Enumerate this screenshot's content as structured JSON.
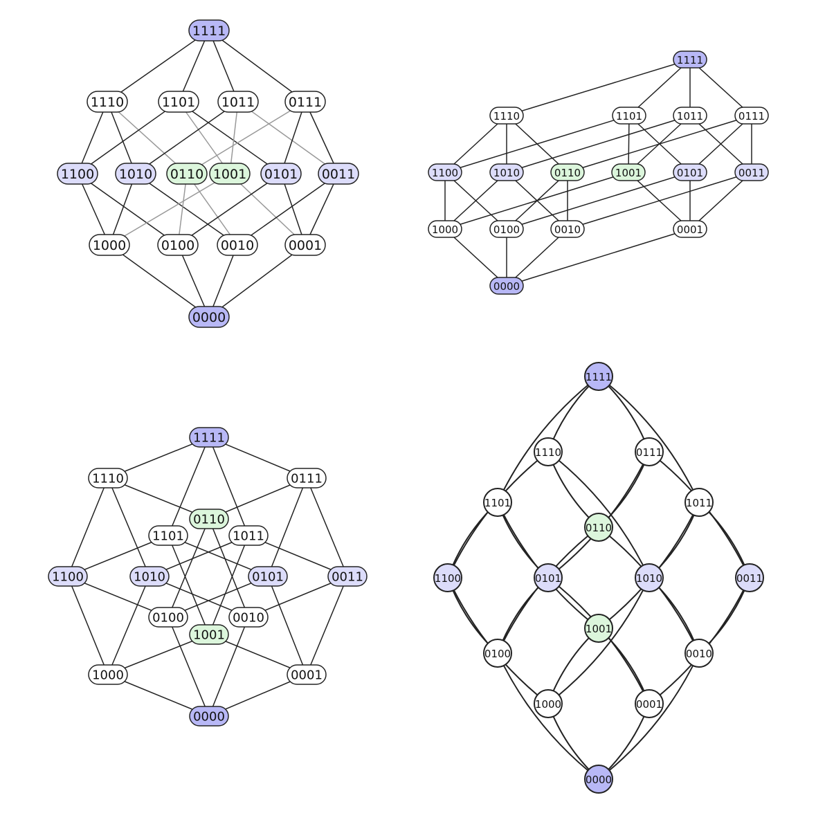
{
  "colors": {
    "extreme": "#b8b8f6",
    "rank2": "#dcdcfa",
    "green": "#dcf6dc",
    "plain": "#ffffff",
    "edge_dark": "#222222",
    "edge_light": "#999999",
    "node_stroke": "#222222"
  },
  "nodes": [
    "0000",
    "0001",
    "0010",
    "0011",
    "0100",
    "0101",
    "0110",
    "0111",
    "1000",
    "1001",
    "1010",
    "1011",
    "1100",
    "1101",
    "1110",
    "1111"
  ],
  "node_style": {
    "0000": "extreme",
    "1111": "extreme",
    "1100": "rank2",
    "1010": "rank2",
    "0101": "rank2",
    "0011": "rank2",
    "0110": "green",
    "1001": "green",
    "1000": "plain",
    "0100": "plain",
    "0010": "plain",
    "0001": "plain",
    "1110": "plain",
    "1101": "plain",
    "1011": "plain",
    "0111": "plain"
  },
  "graph": {
    "type": "4-dimensional hypercube (Boolean lattice of 4-bit strings)",
    "edge_rule": "nodes differing in exactly one bit",
    "node_count": 16,
    "edge_count": 32
  },
  "diagrams": [
    {
      "id": "top-left",
      "layout": "layered-rhombus",
      "node_shape": "pill",
      "edge_style": "straight-mixed-gray"
    },
    {
      "id": "top-right",
      "layout": "oblique-prism",
      "node_shape": "pill",
      "edge_style": "straight"
    },
    {
      "id": "bottom-left",
      "layout": "octagon-star",
      "node_shape": "pill",
      "edge_style": "straight"
    },
    {
      "id": "bottom-right",
      "layout": "diamond-lattice",
      "node_shape": "circle",
      "edge_style": "curved"
    }
  ]
}
